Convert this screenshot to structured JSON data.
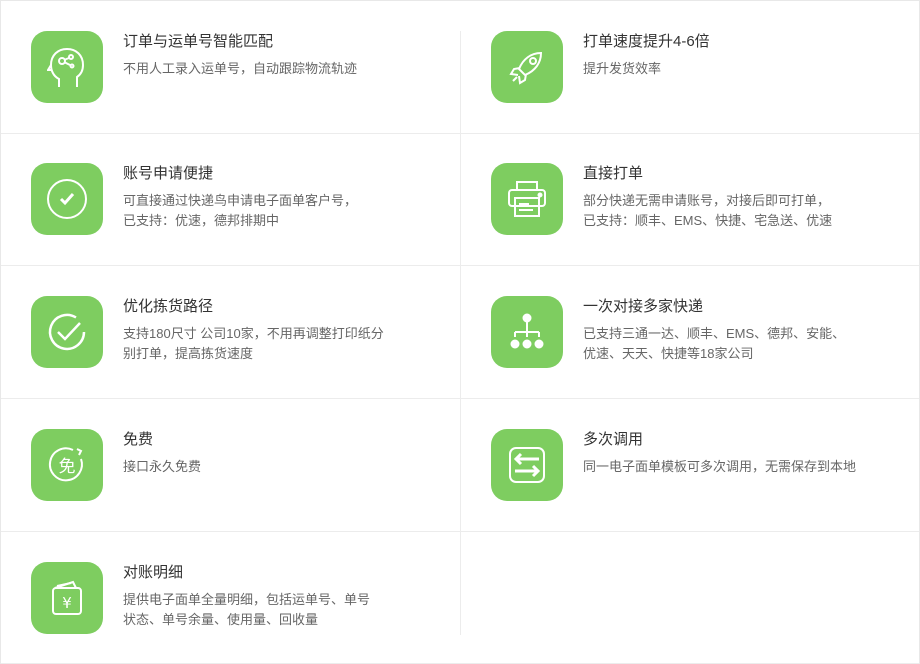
{
  "features": [
    {
      "title": "订单与运单号智能匹配",
      "desc": [
        "不用人工录入运单号，自动跟踪物流轨迹"
      ],
      "icon": "head-brain-icon"
    },
    {
      "title": "打单速度提升4-6倍",
      "desc": [
        "提升发货效率"
      ],
      "icon": "rocket-icon"
    },
    {
      "title": "账号申请便捷",
      "desc": [
        "可直接通过快递鸟申请电子面单客户号，",
        "已支持：优速，德邦排期中"
      ],
      "icon": "check-circle-icon"
    },
    {
      "title": "直接打单",
      "desc": [
        "部分快递无需申请账号，对接后即可打单，",
        "已支持：顺丰、EMS、快捷、宅急送、优速"
      ],
      "icon": "printer-icon"
    },
    {
      "title": "优化拣货路径",
      "desc": [
        "支持180尺寸 公司10家，不用再调整打印纸分",
        "别打单，提高拣货速度"
      ],
      "icon": "check-circle-large-icon"
    },
    {
      "title": "一次对接多家快递",
      "desc": [
        "已支持三通一达、顺丰、EMS、德邦、安能、",
        "优速、天天、快捷等18家公司"
      ],
      "icon": "hierarchy-icon"
    },
    {
      "title": "免费",
      "desc": [
        "接口永久免费"
      ],
      "icon": "free-badge-icon",
      "badge": "免"
    },
    {
      "title": "多次调用",
      "desc": [
        "同一电子面单模板可多次调用，无需保存到本地"
      ],
      "icon": "swap-arrows-icon"
    },
    {
      "title": "对账明细",
      "desc": [
        "提供电子面单全量明细，包括运单号、单号",
        "状态、单号余量、使用量、回收量"
      ],
      "icon": "wallet-yen-icon",
      "badge": "¥"
    }
  ],
  "colors": {
    "accent": "#7ecd60"
  }
}
